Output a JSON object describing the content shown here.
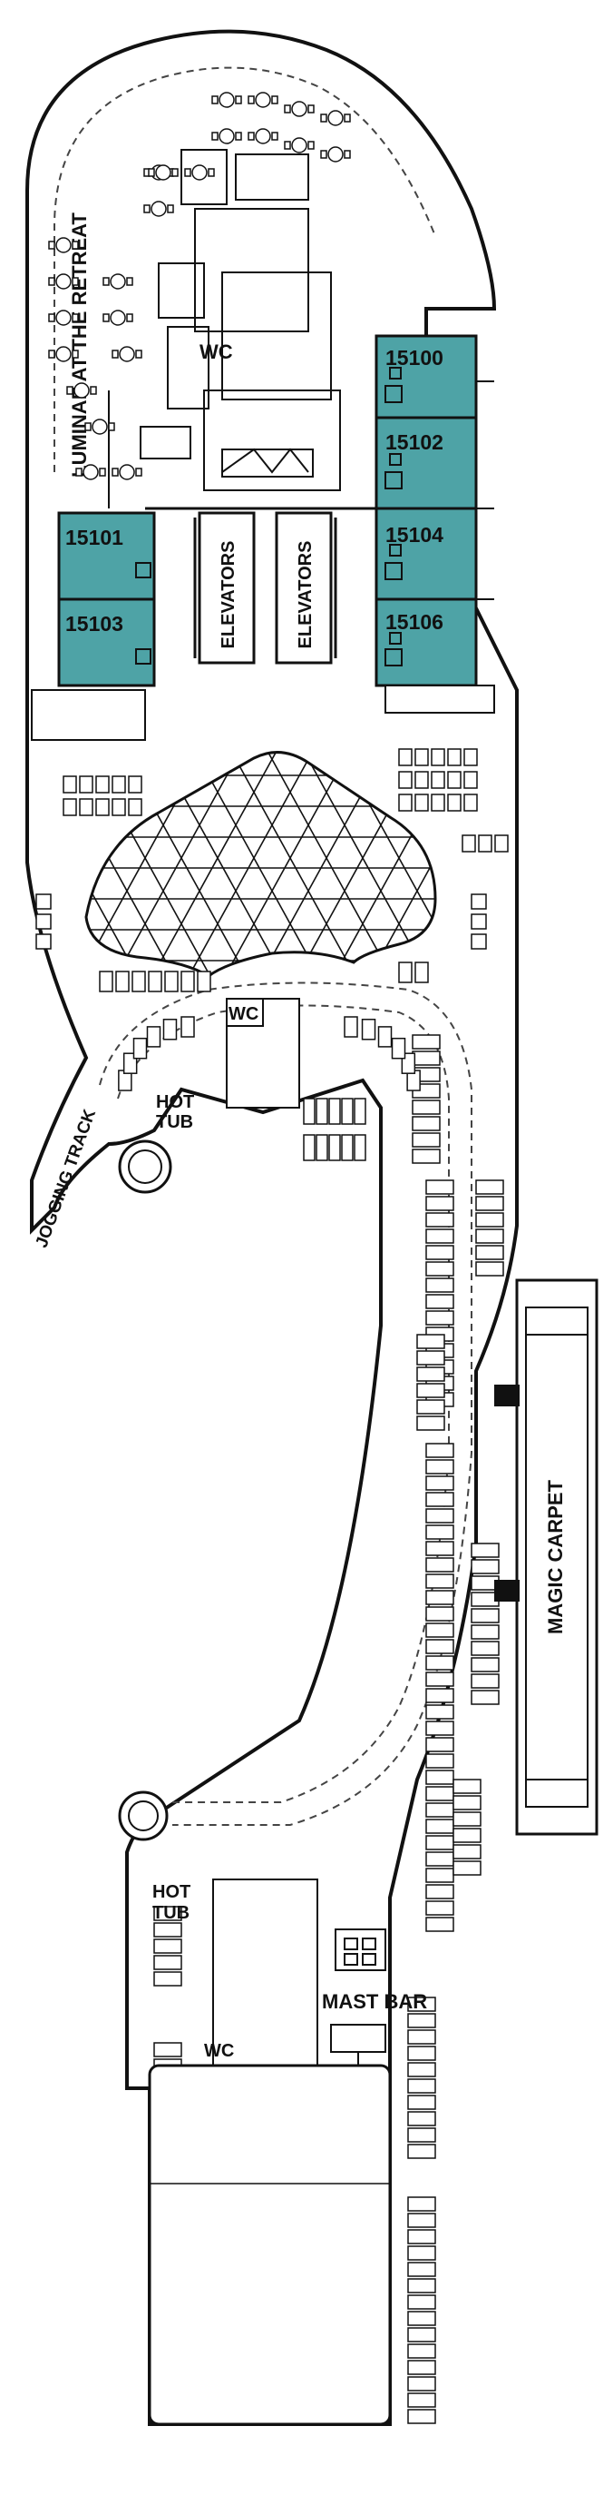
{
  "deck_plan": {
    "colors": {
      "cabin_fill": "#4ea3a6",
      "outline": "#111111",
      "background": "#ffffff"
    },
    "cabins": [
      "15100",
      "15102",
      "15104",
      "15106",
      "15101",
      "15103"
    ],
    "labels": {
      "luminae": "LUMINAE AT THE RETREAT",
      "wc_top": "WC",
      "wc_mid": "WC",
      "wc_bottom": "WC",
      "elevators_1": "ELEVATORS",
      "elevators_2": "ELEVATORS",
      "hot": "HOT",
      "tub": "TUB",
      "hot2": "HOT",
      "tub2": "TUB",
      "jogging_track": "JOGGING TRACK",
      "magic_carpet": "MAGIC CARPET",
      "mast_bar": "MAST BAR"
    }
  }
}
